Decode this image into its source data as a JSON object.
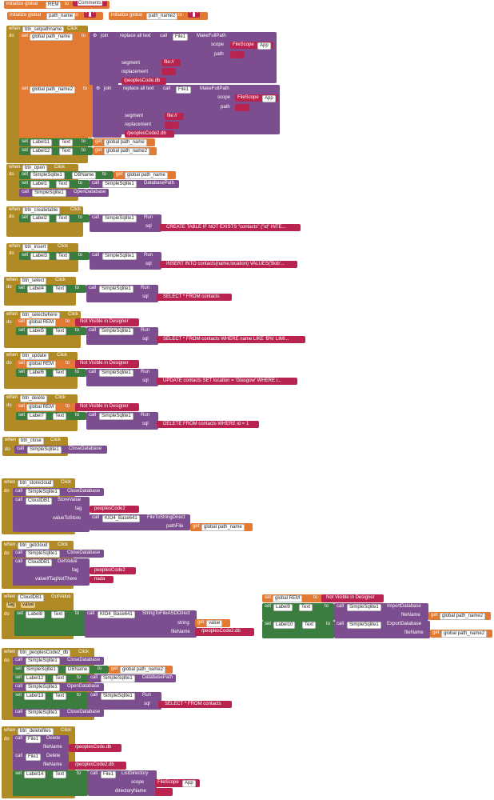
{
  "init": [
    {
      "label": "initialize global",
      "var": "REM",
      "to": "to",
      "value": "Comments"
    },
    {
      "label": "initialize global",
      "var": "path_name",
      "to": "to",
      "value": ""
    },
    {
      "label": "initialize global",
      "var": "path_name2",
      "to": "to",
      "value": ""
    }
  ],
  "events": {
    "setpathname": {
      "when": "when",
      "component": "btn_setpathname",
      "event": "Click",
      "do": "do"
    },
    "open": {
      "when": "when",
      "component": "btn_open",
      "event": "Click"
    },
    "createtable": {
      "when": "when",
      "component": "btn_createtable",
      "event": "Click"
    },
    "insert": {
      "when": "when",
      "component": "btn_insert",
      "event": "Click"
    },
    "select": {
      "when": "when",
      "component": "btn_select",
      "event": "Click"
    },
    "selectwhere": {
      "when": "when",
      "component": "btn_selectwhere",
      "event": "Click"
    },
    "update": {
      "when": "when",
      "component": "btn_update",
      "event": "Click"
    },
    "delete": {
      "when": "when",
      "component": "btn_delete",
      "event": "Click"
    },
    "close": {
      "when": "when",
      "component": "btn_close",
      "event": "Click"
    },
    "storecloud": {
      "when": "when",
      "component": "btn_storecloud",
      "event": "Click"
    },
    "getcloud": {
      "when": "when",
      "component": "btn_getcloud",
      "event": "Click"
    },
    "gotvalue": {
      "when": "when",
      "component": "CloudDB1",
      "event": "GotValue",
      "p1": "tag",
      "p2": "value"
    },
    "peoplescode2": {
      "when": "when",
      "component": "btn_peoplesCode2_db",
      "event": "Click"
    },
    "deletefiles": {
      "when": "when",
      "component": "btn_deletefiles",
      "event": "Click"
    }
  },
  "words": {
    "do": "do",
    "set": "set",
    "to": "to",
    "call": "call",
    "get": "get",
    "join": "join",
    "replace_all_text": "replace all text",
    "segment": "segment",
    "replacement": "replacement",
    "scope": "scope",
    "path": "path",
    "sql": "sql",
    "tag": "tag",
    "valueToStore": "valueToStore",
    "pathFile": "pathFile",
    "valueIfTagNotThere": "valueIfTagNotThere",
    "string": "string",
    "fileName": "fileName",
    "directoryName": "directoryName"
  },
  "components": {
    "file1": "File1",
    "makefullpath": "MakeFullPath",
    "filescope": "FileScope",
    "app": "App",
    "sqlite": "SimpleSqlite1",
    "dbname": "DBName",
    "databasepath": "DatabasePath",
    "opendatabase": "OpenDatabase",
    "run": "Run",
    "closedatabase": "CloseDatabase",
    "clouddb": "CloudDB1",
    "storevalue": "StoreValue",
    "getvalue": "GetValue",
    "kio4": "KIO4_Base641",
    "filetostringdirect": "FileToStringDirect",
    "stringtofileasddirect": "StringToFileASDDirect",
    "importdatabase": "ImportDatabase",
    "exportdatabase": "ExportDatabase",
    "delete": "Delete",
    "listdirectory": "ListDirectory",
    "text": "Text"
  },
  "vars": {
    "path_name": "global path_name",
    "path_name2": "global path_name2",
    "rem": "global REM",
    "value": "value"
  },
  "labels": [
    "Label11",
    "Label12",
    "Label1",
    "Label2",
    "Label3",
    "Label4",
    "Label5",
    "Label6",
    "Label7",
    "Label8",
    "Label9",
    "Label10",
    "Label12",
    "Label13",
    "Label14"
  ],
  "strings": {
    "file": "file://",
    "peoplesCode_db": "/peoplesCode.db",
    "peoplesCode2_db": "/peoplesCode2.db",
    "create": "CREATE TABLE IF NOT EXISTS \"contacts\" (\"id\" INTE...",
    "insert": "INSERT INTO contacts(name,location) VALUES('Bob'...",
    "select": "SELECT * FROM contacts",
    "selectwhere": "SELECT * FROM contacts WHERE name LIKE 'B%' LIMI...",
    "update": "UPDATE contacts SET location = 'Glasgow' WHERE i...",
    "delete": "DELETE FROM contacts WHERE id = 1",
    "not_visible": "Not Visible in Designer",
    "peoplesCode2": "peoplesCode2",
    "nada": "nada"
  }
}
